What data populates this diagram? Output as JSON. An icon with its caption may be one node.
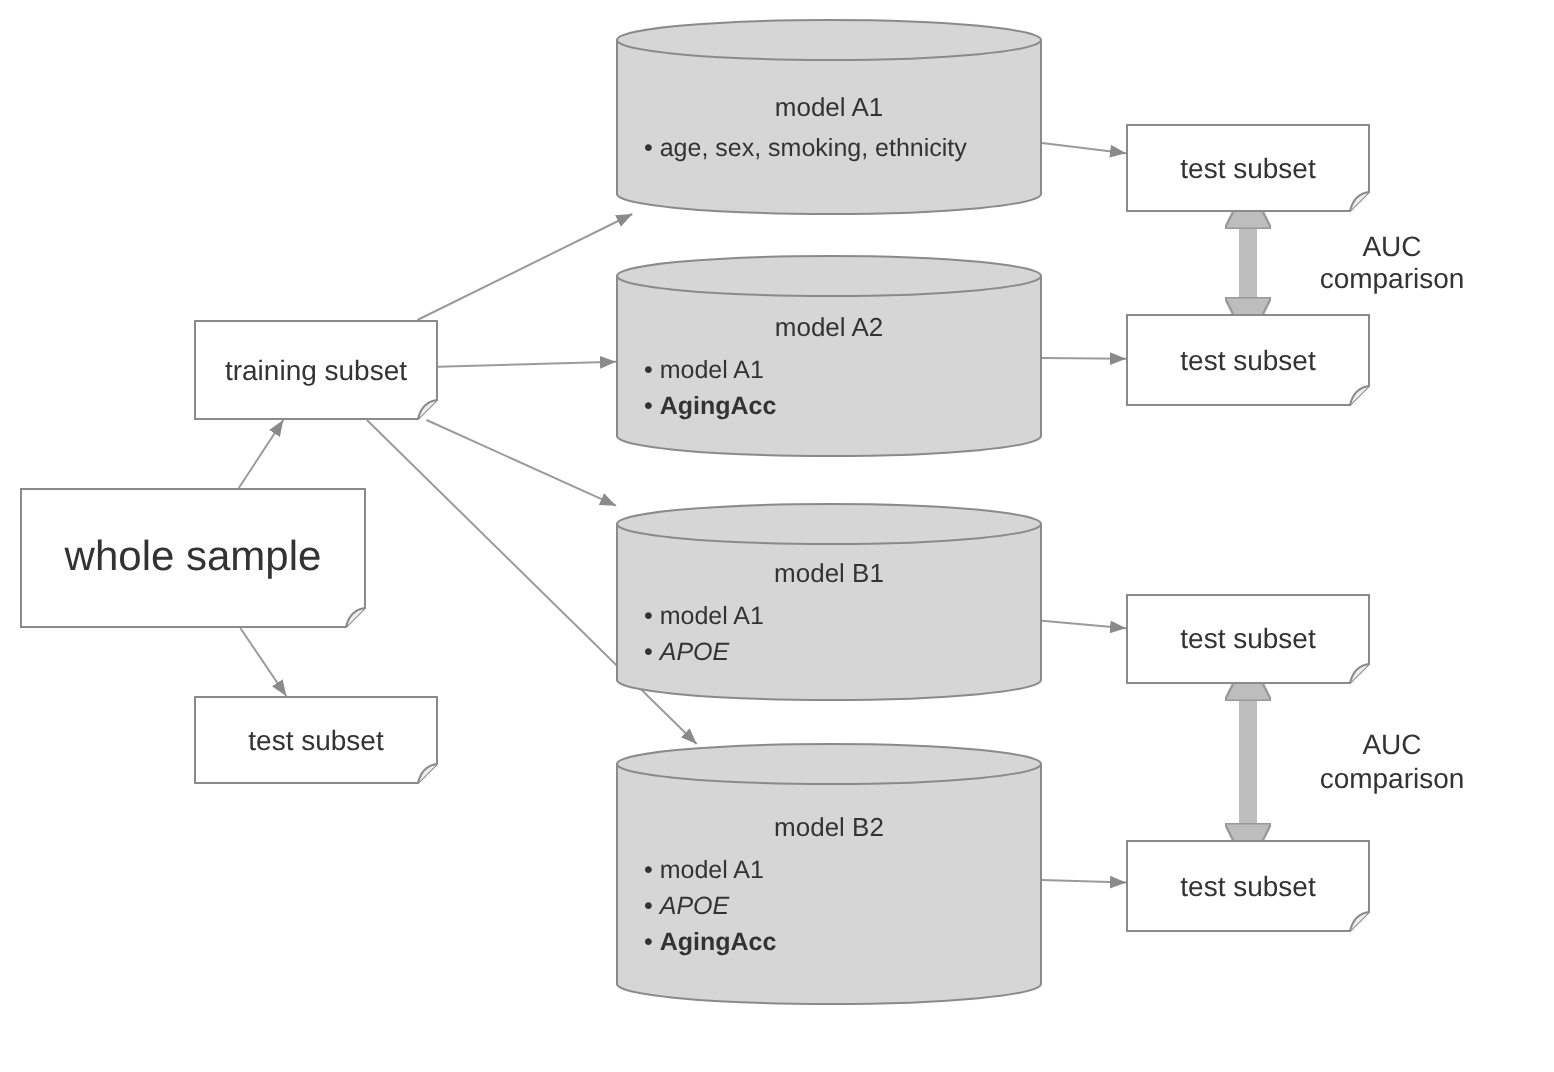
{
  "diagram": {
    "nodes": [
      {
        "text": [
          "whole sample"
        ]
      },
      {
        "text": [
          "training subset"
        ]
      },
      {
        "text": [
          "test subset"
        ]
      },
      {
        "text": [
          "model A1",
          "• age, sex, smoking, ethnicity"
        ]
      },
      {
        "text": [
          "model A2",
          "• model A1",
          "• **AgingAcc**"
        ]
      },
      {
        "text": [
          "model B1",
          "• model A1",
          "• *APOE*"
        ]
      },
      {
        "text": [
          "model B2",
          "• model A1",
          "• *APOE*",
          "• **AgingAcc**"
        ]
      },
      {
        "text": [
          "test subset"
        ]
      },
      {
        "text": [
          "test subset"
        ]
      },
      {
        "text": [
          "test subset"
        ]
      },
      {
        "text": [
          "test subset"
        ]
      }
    ],
    "edges": [
      {
        "from": 0,
        "to": 1,
        "arrow": "to"
      },
      {
        "from": 0,
        "to": 2,
        "arrow": "to"
      },
      {
        "from": 1,
        "to": 3,
        "arrow": "to"
      },
      {
        "from": 1,
        "to": 4,
        "arrow": "to"
      },
      {
        "from": 1,
        "to": 5,
        "arrow": "to"
      },
      {
        "from": 1,
        "to": 6,
        "arrow": "to"
      },
      {
        "from": 3,
        "to": 7,
        "arrow": "to"
      },
      {
        "from": 4,
        "to": 8,
        "arrow": "to"
      },
      {
        "from": 5,
        "to": 9,
        "arrow": "to"
      },
      {
        "from": 6,
        "to": 10,
        "arrow": "to"
      },
      {
        "from": 7,
        "to": 8,
        "arrow": "both",
        "style": "thick",
        "label": "AUC comparison"
      },
      {
        "from": 9,
        "to": 10,
        "arrow": "both",
        "style": "thick",
        "label": "AUC comparison"
      }
    ]
  }
}
